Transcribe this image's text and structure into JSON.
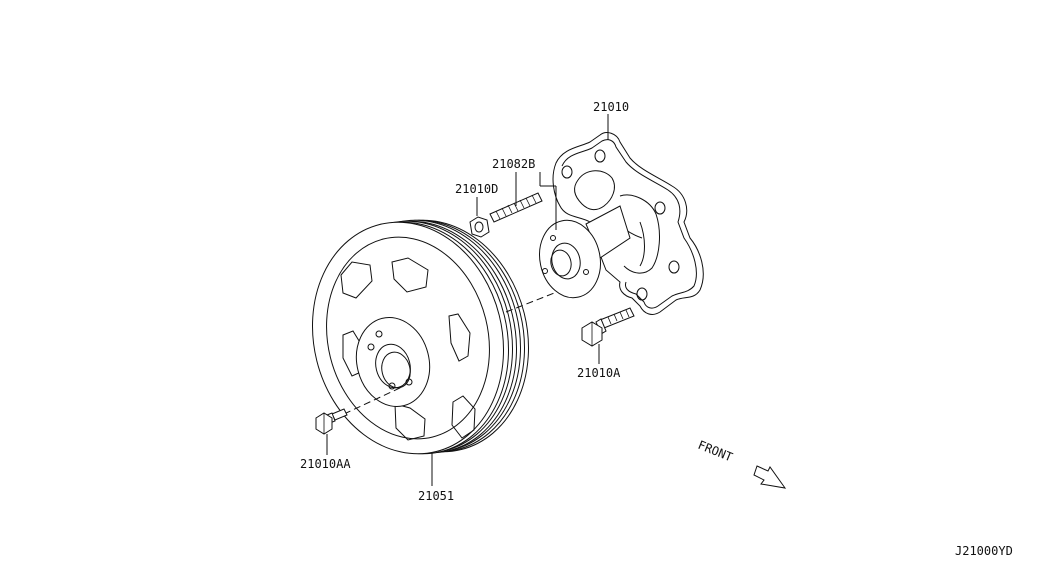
{
  "labels": {
    "pump": "21010",
    "stud": "21082B",
    "nut": "21010D",
    "bolt_a": "21010A",
    "bolt_aa": "21010AA",
    "pulley": "21051"
  },
  "front_label": "FRONT",
  "diagram_code": "J21000YD"
}
